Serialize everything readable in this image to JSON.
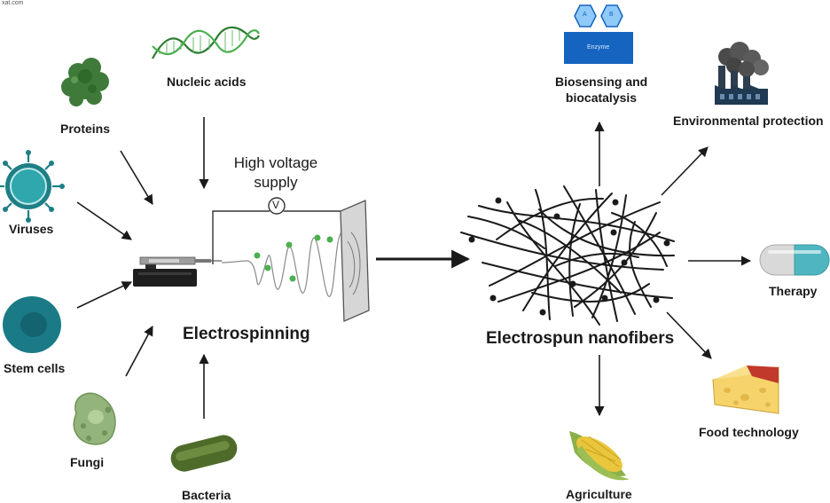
{
  "watermark": "xat.com",
  "center": {
    "electrospinning": "Electrospinning",
    "nanofibers": "Electrospun nanofibers",
    "supply_line1": "High voltage",
    "supply_line2": "supply",
    "voltmeter": "V"
  },
  "inputs": {
    "nucleic_acids": "Nucleic acids",
    "proteins": "Proteins",
    "viruses": "Viruses",
    "stem_cells": "Stem cells",
    "fungi": "Fungi",
    "bacteria": "Bacteria"
  },
  "applications": {
    "biosensing_line1": "Biosensing and",
    "biosensing_line2": "biocatalysis",
    "enzyme_label": "Enzyme",
    "substrate_a": "A",
    "substrate_b": "B",
    "environmental": "Environmental protection",
    "therapy": "Therapy",
    "food": "Food technology",
    "agriculture": "Agriculture"
  },
  "colors": {
    "arrow": "#1a1a1a",
    "protein": "#3f7a3a",
    "virus": "#1e7f86",
    "stem_cell": "#1a7b86",
    "fungi": "#93b47a",
    "bacteria": "#4f6b2a",
    "droplet": "#4caf50",
    "enzyme": "#1565c0",
    "substrate": "#90caf9",
    "capsule_left": "#d9d9d9",
    "capsule_right": "#4fb6c0",
    "cheese": "#f6d36b",
    "cheese_rind": "#c0392b",
    "corn": "#e9c63b",
    "husk": "#8bb04a"
  }
}
